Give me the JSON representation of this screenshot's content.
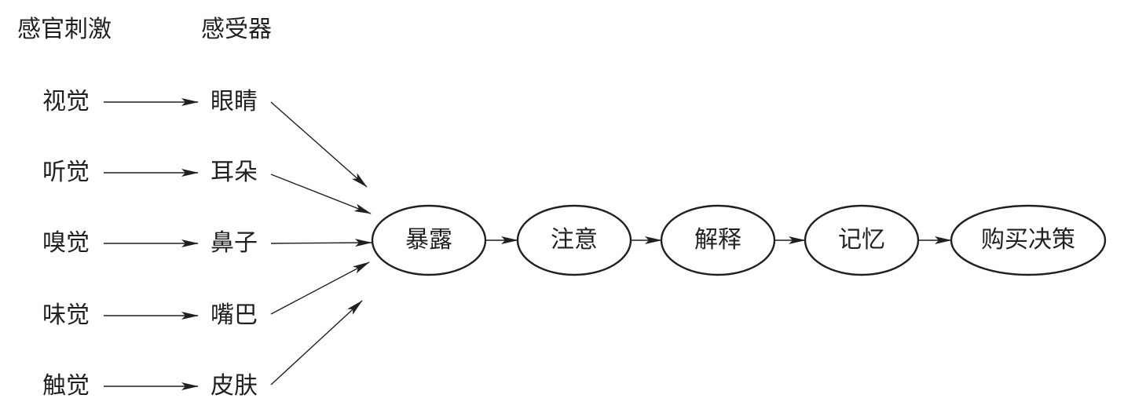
{
  "headers": {
    "stimuli": "感官刺激",
    "receptors": "感受器"
  },
  "stimuli": [
    "视觉",
    "听觉",
    "嗅觉",
    "味觉",
    "触觉"
  ],
  "receptors": [
    "眼睛",
    "耳朵",
    "鼻子",
    "嘴巴",
    "皮肤"
  ],
  "process": [
    "暴露",
    "注意",
    "解释",
    "记忆",
    "购买决策"
  ],
  "colors": {
    "ink": "#231f20",
    "background": "#ffffff"
  }
}
